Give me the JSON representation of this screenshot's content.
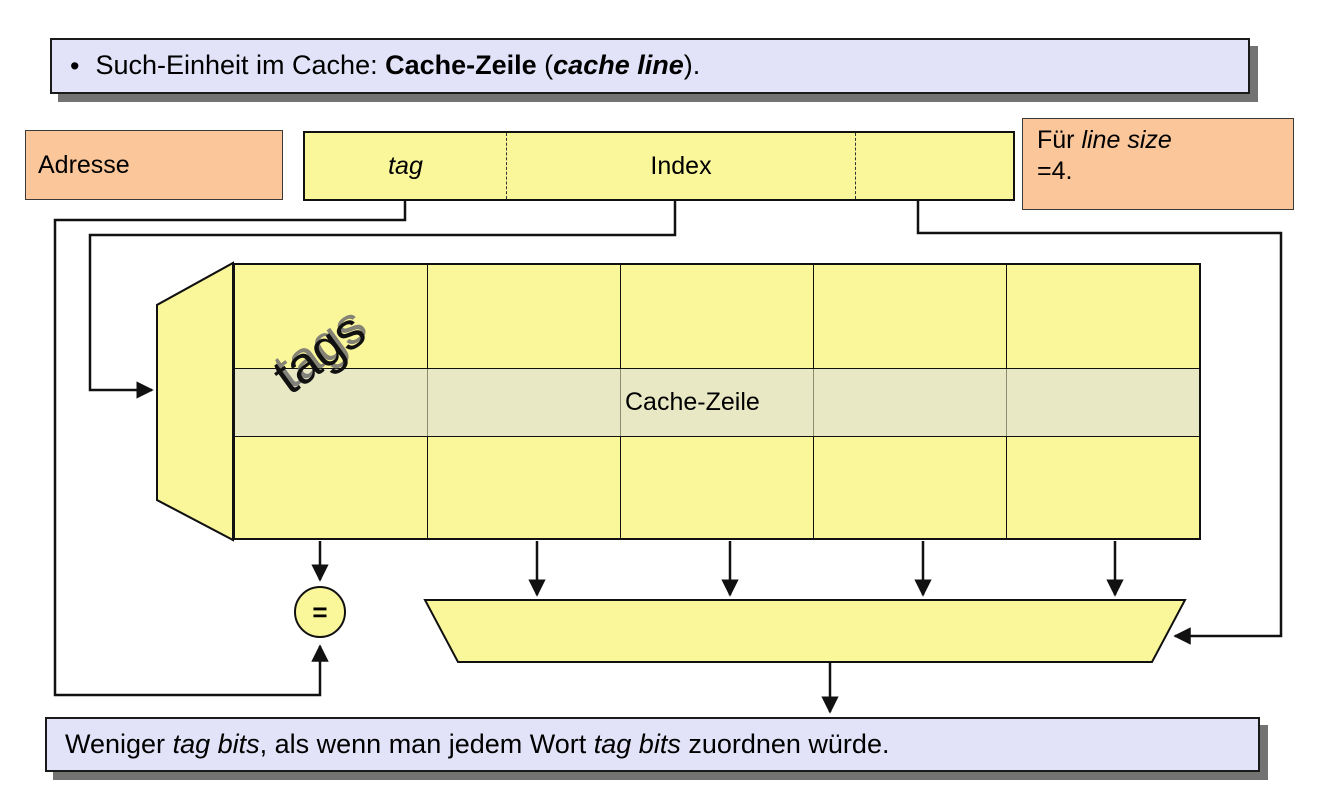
{
  "slide": {
    "top_banner": {
      "bullet": "•",
      "text_plain": "Such-Einheit im Cache: Cache-Zeile (cache line).",
      "parts": [
        {
          "t": "Such-Einheit im Cache: ",
          "style": "normal"
        },
        {
          "t": "Cache-Zeile",
          "style": "bold"
        },
        {
          "t": " (",
          "style": "normal"
        },
        {
          "t": "cache line",
          "style": "bold-italic"
        },
        {
          "t": ").",
          "style": "normal"
        }
      ]
    },
    "bottom_banner": {
      "text_plain": "Weniger tag bits, als wenn man jedem Wort tag bits zuordnen würde.",
      "parts": [
        {
          "t": "Weniger ",
          "style": "normal"
        },
        {
          "t": "tag bits",
          "style": "italic"
        },
        {
          "t": ", als wenn man jedem Wort ",
          "style": "normal"
        },
        {
          "t": "tag bits",
          "style": "italic"
        },
        {
          "t": " zuordnen würde.",
          "style": "normal"
        }
      ]
    }
  },
  "diagram": {
    "address_label": "Adresse",
    "note": {
      "line1_prefix": "Für ",
      "line1_italic": "line size",
      "line2": "=4."
    },
    "address_fields": [
      {
        "name": "tag",
        "label": "tag",
        "italic": true
      },
      {
        "name": "index",
        "label": "Index",
        "italic": false
      },
      {
        "name": "offset",
        "label": "",
        "italic": false
      }
    ],
    "cache": {
      "columns": 5,
      "rows": 3,
      "highlighted_row_index": 1,
      "highlighted_row_label": "Cache-Zeile",
      "tags_label": "tags"
    },
    "comparator_label": "=",
    "mux_label": ""
  },
  "colors": {
    "banner_fill": "#e2e2f8",
    "banner_shadow": "#5a5a5a",
    "orange_fill": "#fac69a",
    "yellow_fill": "#faf69a",
    "highlight_fill": "#e8e8c4",
    "stroke": "#111111",
    "tags_shadow": "#6e6e6e"
  }
}
